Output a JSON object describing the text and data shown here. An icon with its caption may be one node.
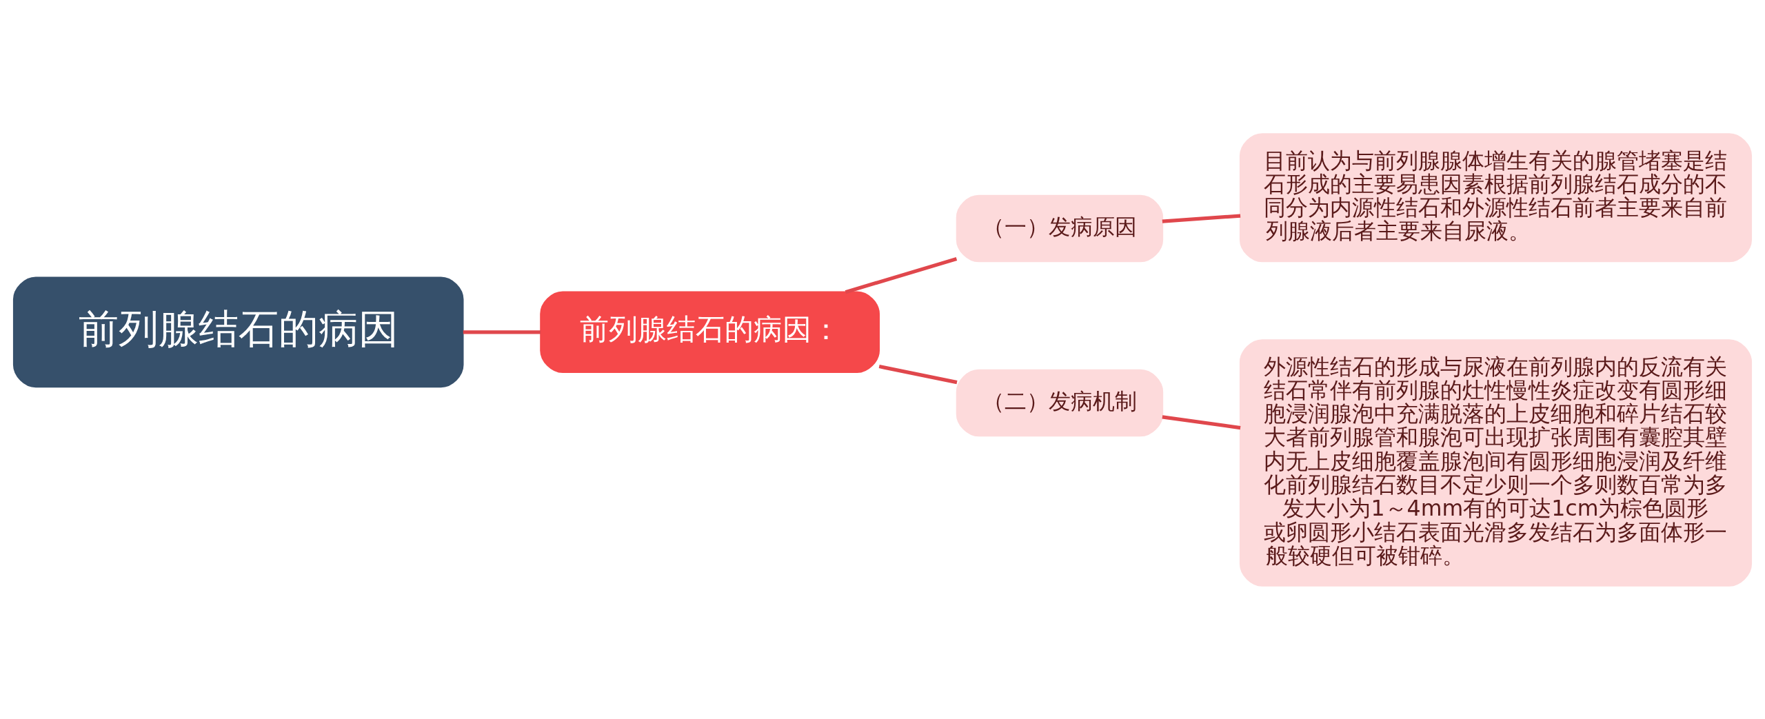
{
  "diagram": {
    "nodes": [
      {
        "text": [
          "前列腺结石的病因"
        ]
      },
      {
        "text": [
          "前列腺结石的病因："
        ]
      },
      {
        "text": [
          "（一）发病原因"
        ]
      },
      {
        "text": [
          "目前认为与前列腺腺体增生有关的腺管堵塞是结石形成的主要易患因素根据前列腺结石成分的不同分为内源性结石和外源性结石前者主要来自前列腺液后者主要来自尿液。"
        ]
      },
      {
        "text": [
          "（二）发病机制"
        ]
      },
      {
        "text": [
          "外源性结石的形成与尿液在前列腺内的反流有关结石常伴有前列腺的灶性慢性炎症改变有圆形细胞浸润腺泡中充满脱落的上皮细胞和碎片结石较大者前列腺管和腺泡可出现扩张周围有囊腔其壁内无上皮细胞覆盖腺泡间有圆形细胞浸润及纤维化前列腺结石数目不定少则一个多则数百常为多发大小为1～4mm有的可达1cm为棕色圆形或卵圆形小结石表面光滑多发结石为多面体形一般较硬但可被钳碎。"
        ]
      }
    ],
    "edges": [
      {
        "from": 0,
        "to": 1,
        "arrow": "none"
      },
      {
        "from": 1,
        "to": 2,
        "arrow": "none"
      },
      {
        "from": 2,
        "to": 3,
        "arrow": "none"
      },
      {
        "from": 1,
        "to": 4,
        "arrow": "none"
      },
      {
        "from": 4,
        "to": 5,
        "arrow": "none"
      }
    ]
  }
}
